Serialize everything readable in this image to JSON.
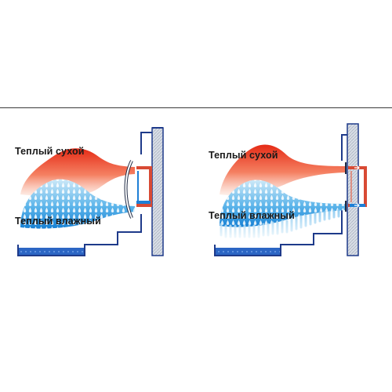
{
  "labels": {
    "warm_dry": "Теплый сухой",
    "warm_humid": "Теплый влажный"
  },
  "colors": {
    "warm_hot": "#e8341c",
    "warm_light": "#fbd6c8",
    "humid_blue": "#1a8ad8",
    "humid_light": "#bfe3f6",
    "wall_outline": "#1e3a8a",
    "wall_fill": "#cfd6e0",
    "water": "#2f6cc8",
    "recuperator_red": "#d84a34",
    "recuperator_blue": "#1e7fd6"
  },
  "diagrams": [
    {
      "name": "left-diagram",
      "warm_label": "Теплый сухой",
      "humid_label": "Теплый влажный"
    },
    {
      "name": "right-diagram",
      "warm_label": "Теплый сухой",
      "humid_label": "Теплый влажный"
    }
  ]
}
